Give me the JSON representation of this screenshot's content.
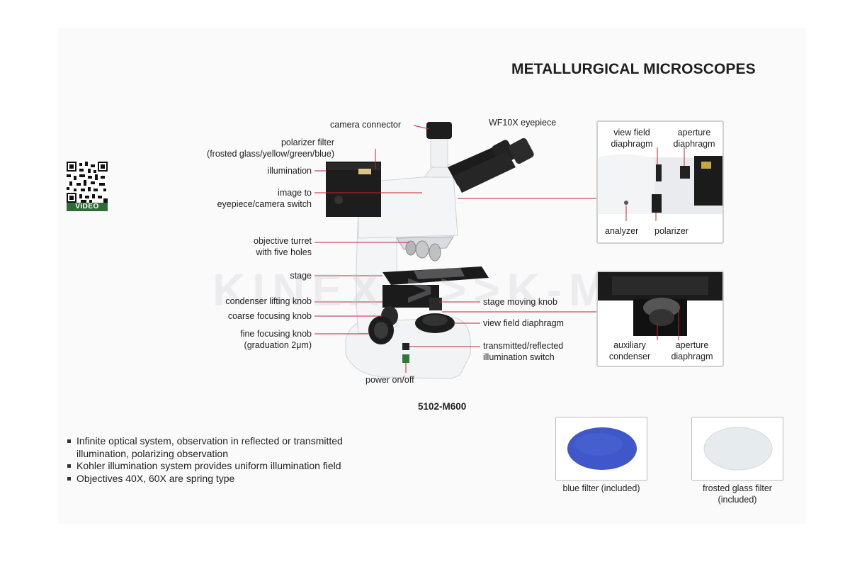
{
  "title": "METALLURGICAL MICROSCOPES",
  "model": "5102-M600",
  "qr_badge": "VIDEO",
  "watermark": "KINEX >>>K-MET",
  "labels": {
    "camera_connector": "camera  connector",
    "wf10x_eyepiece": "WF10X eyepiece",
    "polarizer_filter_1": "polarizer filter",
    "polarizer_filter_2": "(frosted glass/yellow/green/blue)",
    "illumination": "illumination",
    "image_switch_1": "image to",
    "image_switch_2": "eyepiece/camera switch",
    "objective_turret_1": "objective turret",
    "objective_turret_2": "with five holes",
    "stage": "stage",
    "condenser_lifting_knob": "condenser lifting knob",
    "coarse_focusing_knob": "coarse focusing knob",
    "fine_focusing_1": "fine focusing knob",
    "fine_focusing_2": "(graduation 2μm)",
    "stage_moving_knob": "stage moving knob",
    "view_field_diaphragm": "view field diaphragm",
    "illum_switch_1": "transmitted/reflected",
    "illum_switch_2": "illumination switch",
    "power": "power on/off"
  },
  "inset_top": {
    "view_field_1": "view field",
    "view_field_2": "diaphragm",
    "aperture_1": "aperture",
    "aperture_2": "diaphragm",
    "analyzer": "analyzer",
    "polarizer": "polarizer"
  },
  "inset_bottom": {
    "auxiliary_1": "auxiliary",
    "auxiliary_2": "condenser",
    "aperture_1": "aperture",
    "aperture_2": "diaphragm"
  },
  "features": [
    "Infinite optical system, observation in reflected or transmitted illumination, polarizing observation",
    "Kohler illumination system provides uniform illumination field",
    "Objectives 40X, 60X are spring type"
  ],
  "filters": {
    "blue_1": "blue filter (included)",
    "frosted_1": "frosted glass filter",
    "frosted_2": "(included)"
  },
  "colors": {
    "blue_filter": "#3f57c9",
    "frosted_filter": "#e6ecee",
    "leader_line": "#c0272d",
    "badge_green": "#2f6b36"
  }
}
